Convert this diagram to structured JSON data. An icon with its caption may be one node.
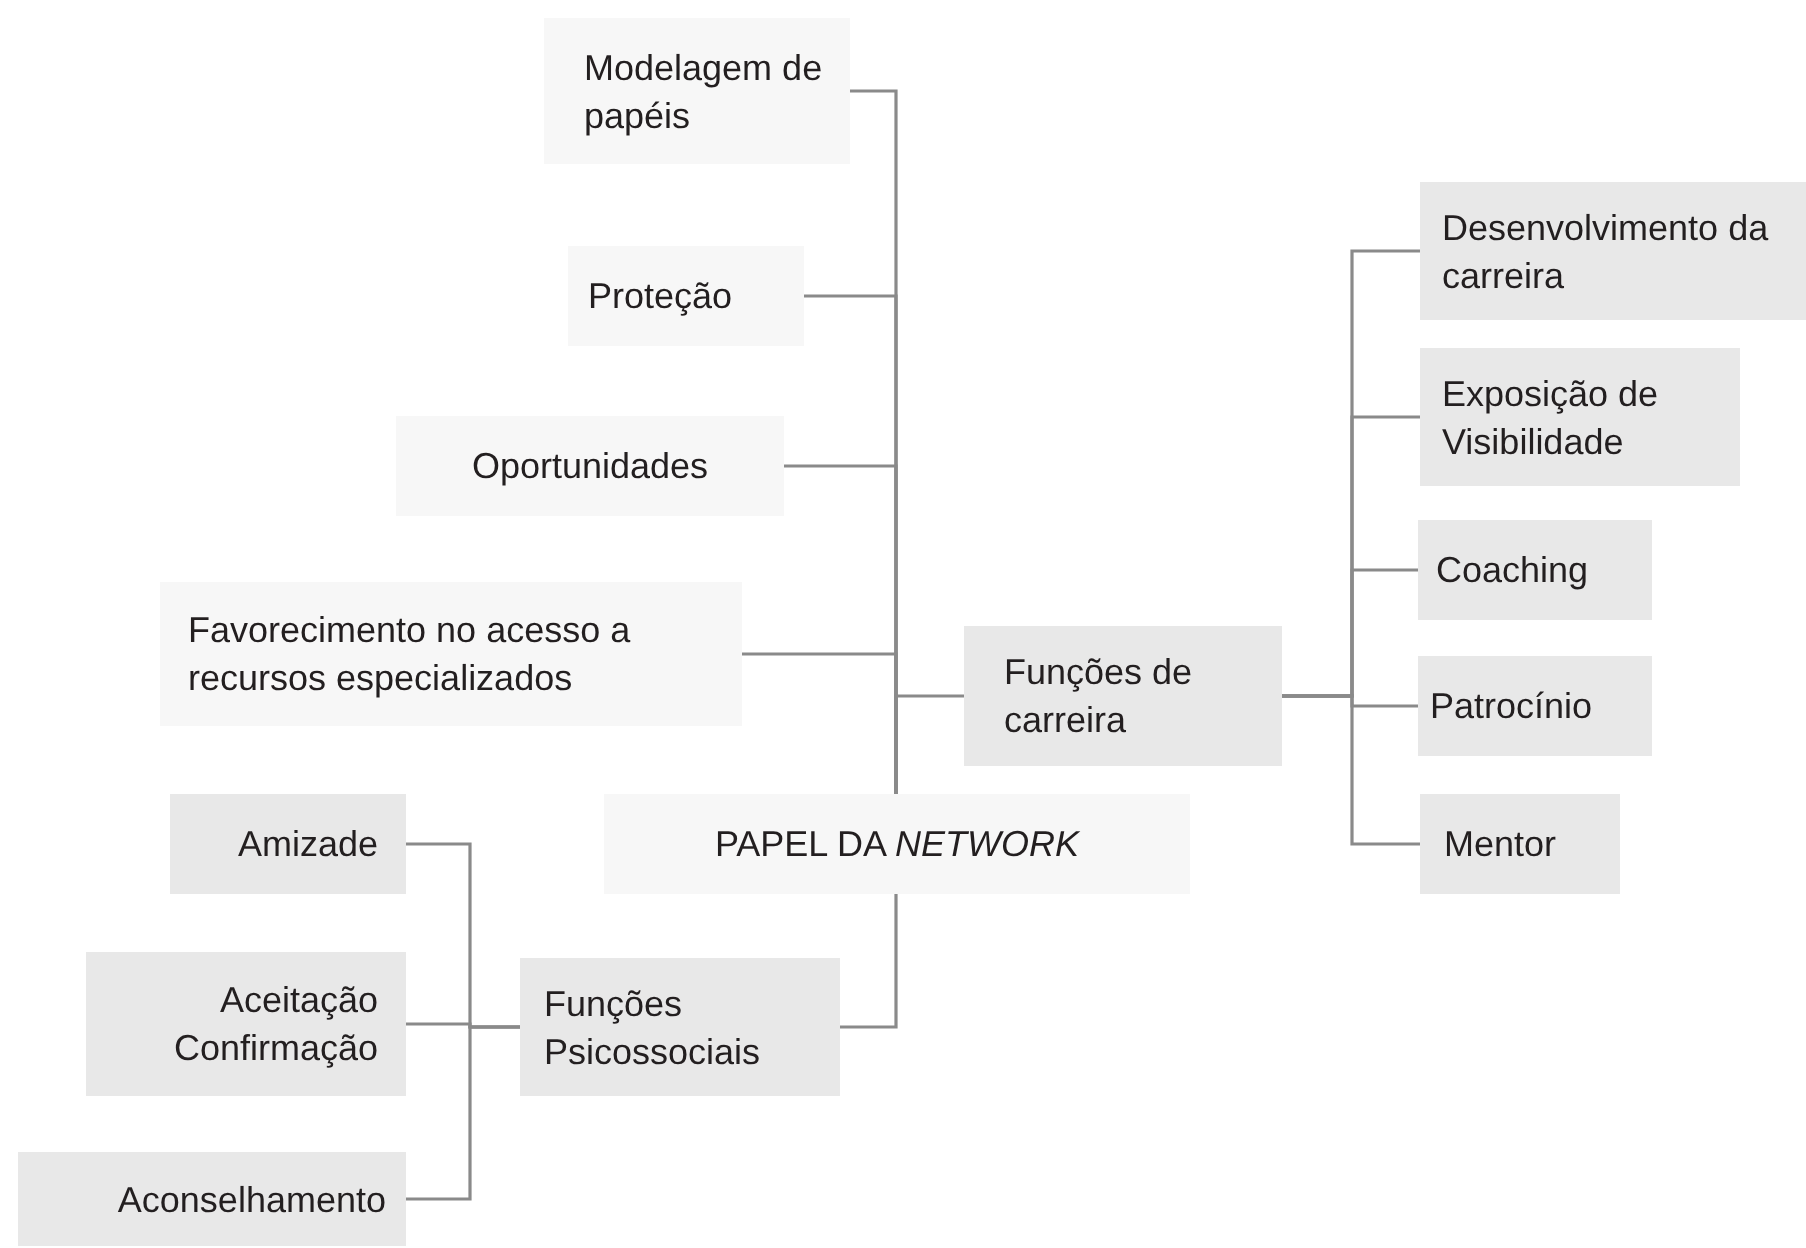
{
  "diagram": {
    "nodes": [
      {
        "text": [
          "Modelagem de papéis"
        ]
      },
      {
        "text": [
          "Proteção"
        ]
      },
      {
        "text": [
          "Oportunidades"
        ]
      },
      {
        "text": [
          "Favorecimento no acesso a recursos especializados"
        ]
      },
      {
        "text": [
          "Funções de carreira"
        ]
      },
      {
        "text": [
          "PAPEL DA *NETWORK*"
        ]
      },
      {
        "text": [
          "Funções Psicossociais"
        ]
      },
      {
        "text": [
          "Desenvolvimento da carreira"
        ]
      },
      {
        "text": [
          "Exposição de Visibilidade"
        ]
      },
      {
        "text": [
          "Coaching"
        ]
      },
      {
        "text": [
          "Patrocínio"
        ]
      },
      {
        "text": [
          "Mentor"
        ]
      },
      {
        "text": [
          "Amizade"
        ]
      },
      {
        "text": [
          "Aceitação Confirmação"
        ]
      },
      {
        "text": [
          "Aconselhamento"
        ]
      }
    ],
    "edges": [
      {
        "from": 5,
        "to": 0,
        "arrow": "none"
      },
      {
        "from": 5,
        "to": 1,
        "arrow": "none"
      },
      {
        "from": 5,
        "to": 2,
        "arrow": "none"
      },
      {
        "from": 5,
        "to": 3,
        "arrow": "none"
      },
      {
        "from": 5,
        "to": 4,
        "arrow": "none"
      },
      {
        "from": 5,
        "to": 6,
        "arrow": "none"
      },
      {
        "from": 4,
        "to": 7,
        "arrow": "none"
      },
      {
        "from": 4,
        "to": 8,
        "arrow": "none"
      },
      {
        "from": 4,
        "to": 9,
        "arrow": "none"
      },
      {
        "from": 4,
        "to": 10,
        "arrow": "none"
      },
      {
        "from": 4,
        "to": 11,
        "arrow": "none"
      },
      {
        "from": 6,
        "to": 12,
        "arrow": "none"
      },
      {
        "from": 6,
        "to": 13,
        "arrow": "none"
      },
      {
        "from": 6,
        "to": 14,
        "arrow": "none"
      }
    ]
  }
}
